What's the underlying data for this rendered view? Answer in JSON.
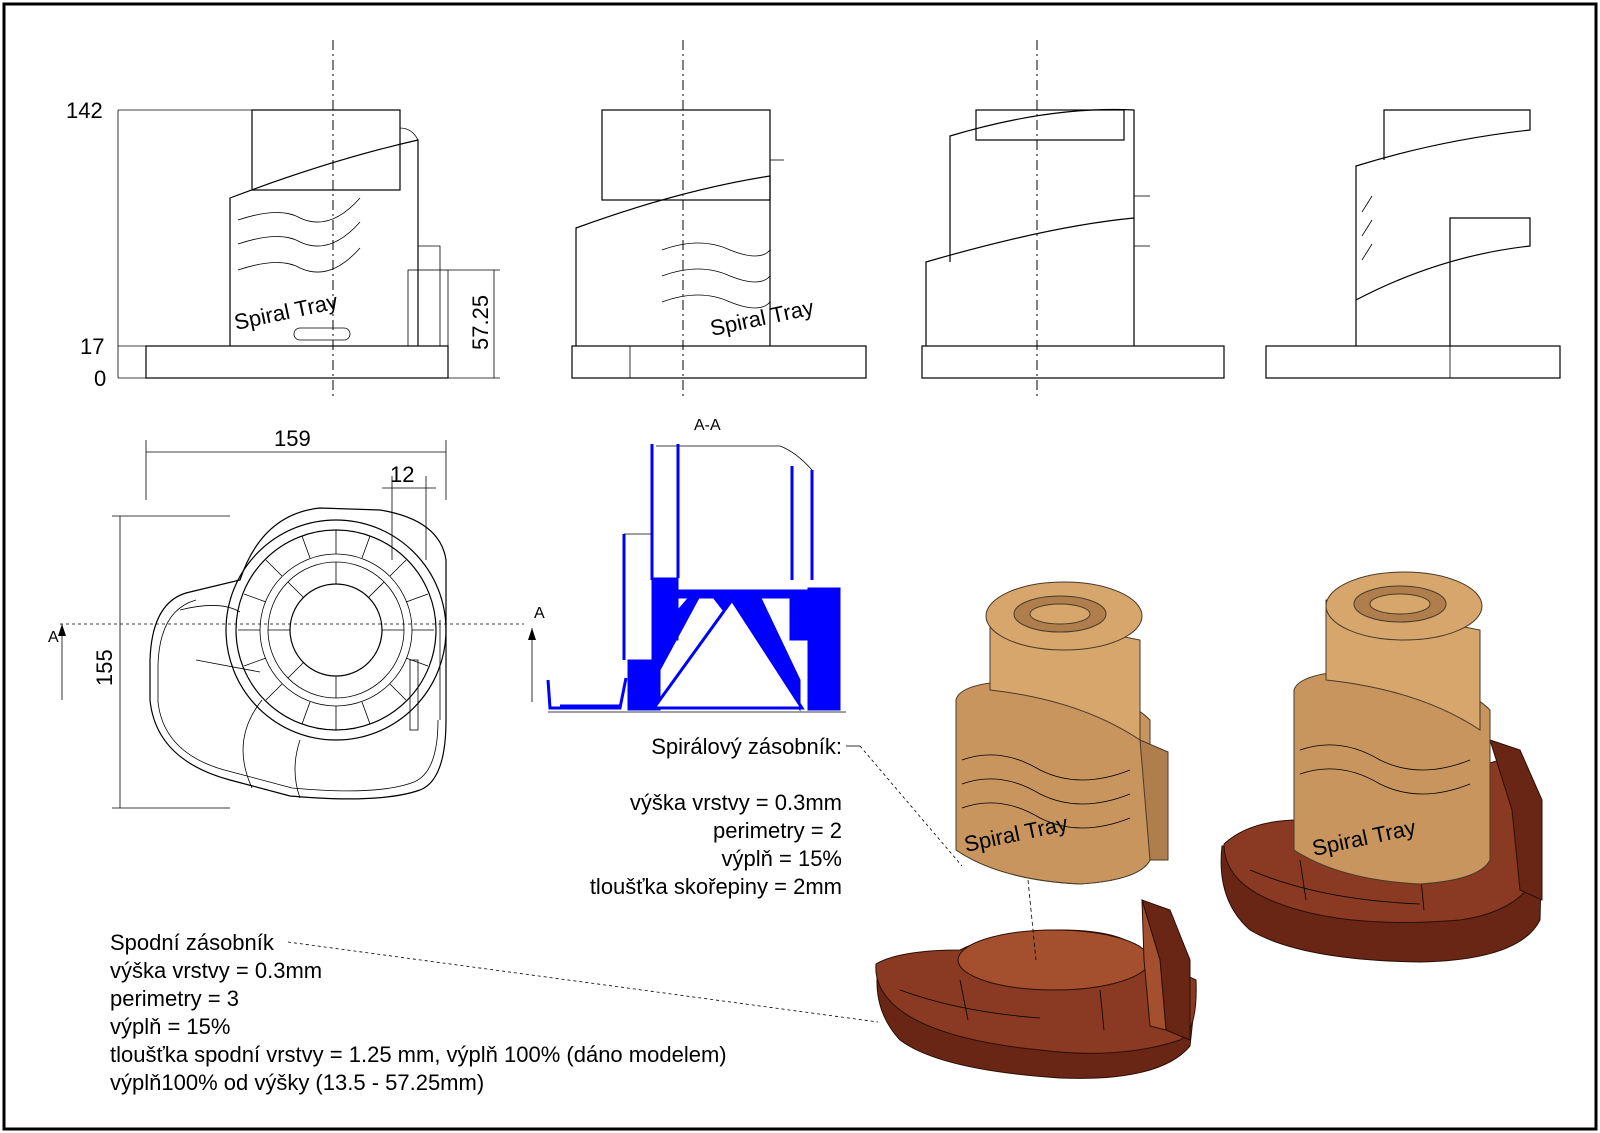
{
  "dimensions": {
    "height_max": "142",
    "height_base": "17",
    "height_zero": "0",
    "height_side": "57.25",
    "width": "159",
    "slot": "12",
    "depth": "155"
  },
  "section": {
    "label": "A-A",
    "marker": "A"
  },
  "engraving": "Spiral Tray",
  "spiral_notes": {
    "title": "Spirálový zásobník:",
    "lines": [
      "výška vrstvy = 0.3mm",
      "perimetry = 2",
      "výplň = 15%",
      "tloušťka skořepiny = 2mm"
    ]
  },
  "bottom_notes": {
    "title": "Spodní zásobník",
    "lines": [
      "výška vrstvy = 0.3mm",
      "perimetry = 3",
      "výplň = 15%",
      "tloušťka spodní vrstvy = 1.25 mm, výplň 100% (dáno modelem)",
      "výplň100% od výšky (13.5 - 57.25mm)"
    ]
  },
  "colors": {
    "section_fill": "#0000ff",
    "spiral_part": "#c8955e",
    "base_part": "#8a3a22"
  }
}
